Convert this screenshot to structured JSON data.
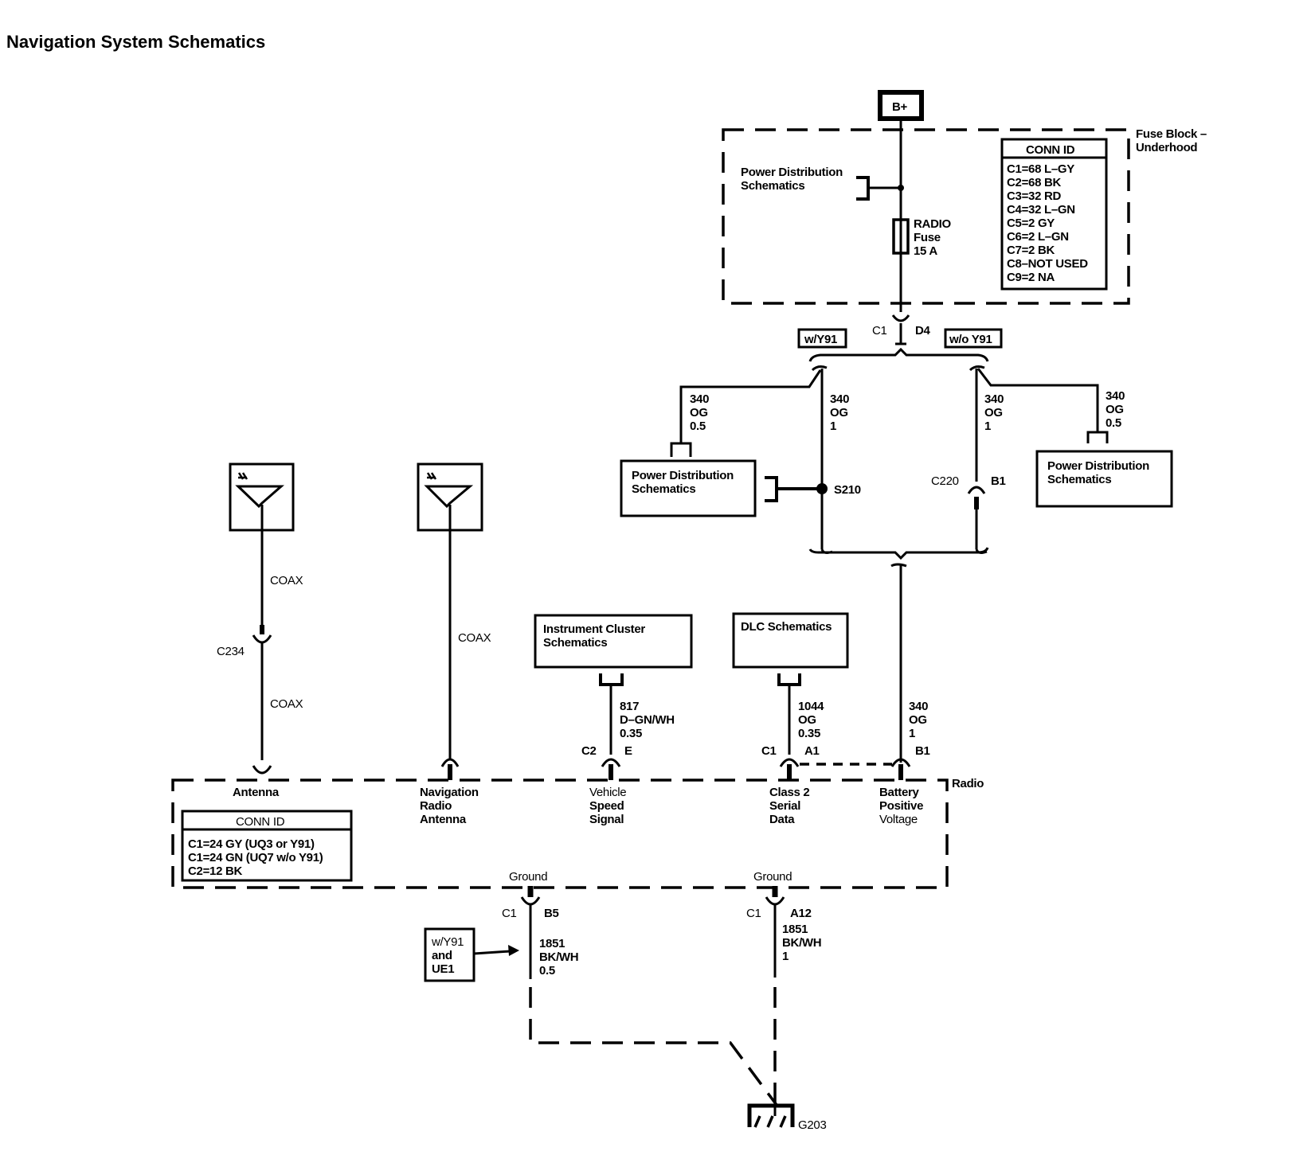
{
  "title": "Navigation System Schematics",
  "power_source": {
    "label": "B+"
  },
  "fuse_block": {
    "label_line1": "Fuse Block –",
    "label_line2": "Underhood",
    "power_dist_ref_line1": "Power Distribution",
    "power_dist_ref_line2": "Schematics",
    "fuse": {
      "line1": "RADIO",
      "line2": "Fuse",
      "line3": "15 A"
    },
    "conn_id": {
      "header": "CONN ID",
      "rows": [
        "C1=68 L–GY",
        "C2=68 BK",
        "C3=32 RD",
        "C4=32 L–GN",
        "C5=2 GY",
        "C6=2 L–GN",
        "C7=2 BK",
        "C8–NOT USED",
        "C9=2 NA"
      ]
    },
    "connector": {
      "left": "C1",
      "right": "D4"
    }
  },
  "options": {
    "with": "w/Y91",
    "without": "w/o Y91"
  },
  "left_branch": {
    "pd_wire": {
      "circuit": "340",
      "color": "OG",
      "size": "0.5"
    },
    "main_wire": {
      "circuit": "340",
      "color": "OG",
      "size": "1"
    },
    "pd_box_line1": "Power Distribution",
    "pd_box_line2": "Schematics",
    "splice": "S210"
  },
  "right_branch": {
    "main_wire": {
      "circuit": "340",
      "color": "OG",
      "size": "1"
    },
    "pd_wire": {
      "circuit": "340",
      "color": "OG",
      "size": "0.5"
    },
    "pd_box_line1": "Power Distribution",
    "pd_box_line2": "Schematics",
    "connector": {
      "left": "C220",
      "right": "B1"
    }
  },
  "antennas": [
    {
      "wire_top": "COAX",
      "connector": "C234",
      "wire_bottom": "COAX",
      "pin_label": "Antenna"
    },
    {
      "wire": "COAX",
      "pin_label_line1": "Navigation",
      "pin_label_line2": "Radio",
      "pin_label_line3": "Antenna"
    }
  ],
  "instrument_cluster": {
    "box_line1": "Instrument Cluster",
    "box_line2": "Schematics",
    "wire": {
      "circuit": "817",
      "color": "D–GN/WH",
      "size": "0.35"
    },
    "connector": {
      "left": "C2",
      "right": "E"
    },
    "pin_label": [
      "Vehicle",
      "Speed",
      "Signal"
    ]
  },
  "dlc": {
    "box_line1": "DLC Schematics",
    "wire": {
      "circuit": "1044",
      "color": "OG",
      "size": "0.35"
    },
    "connector": {
      "left": "C1",
      "right": "A1"
    },
    "pin_label": [
      "Class 2",
      "Serial",
      "Data"
    ]
  },
  "battery": {
    "wire": {
      "circuit": "340",
      "color": "OG",
      "size": "1"
    },
    "connector": {
      "right": "B1"
    },
    "pin_label": [
      "Battery",
      "Positive",
      "Voltage"
    ]
  },
  "radio": {
    "label": "Radio",
    "conn_id": {
      "header": "CONN ID",
      "rows": [
        "C1=24 GY (UQ3 or Y91)",
        "C1=24 GN (UQ7 w/o Y91)",
        "C2=12 BK"
      ]
    }
  },
  "grounds": [
    {
      "label": "Ground",
      "connector": {
        "left": "C1",
        "right": "B5"
      },
      "wire": {
        "circuit": "1851",
        "color": "BK/WH",
        "size": "0.5"
      },
      "note": [
        "w/Y91",
        "and",
        "UE1"
      ]
    },
    {
      "label": "Ground",
      "connector": {
        "left": "C1",
        "right": "A12"
      },
      "wire": {
        "circuit": "1851",
        "color": "BK/WH",
        "size": "1"
      }
    }
  ],
  "ground_point": "G203"
}
